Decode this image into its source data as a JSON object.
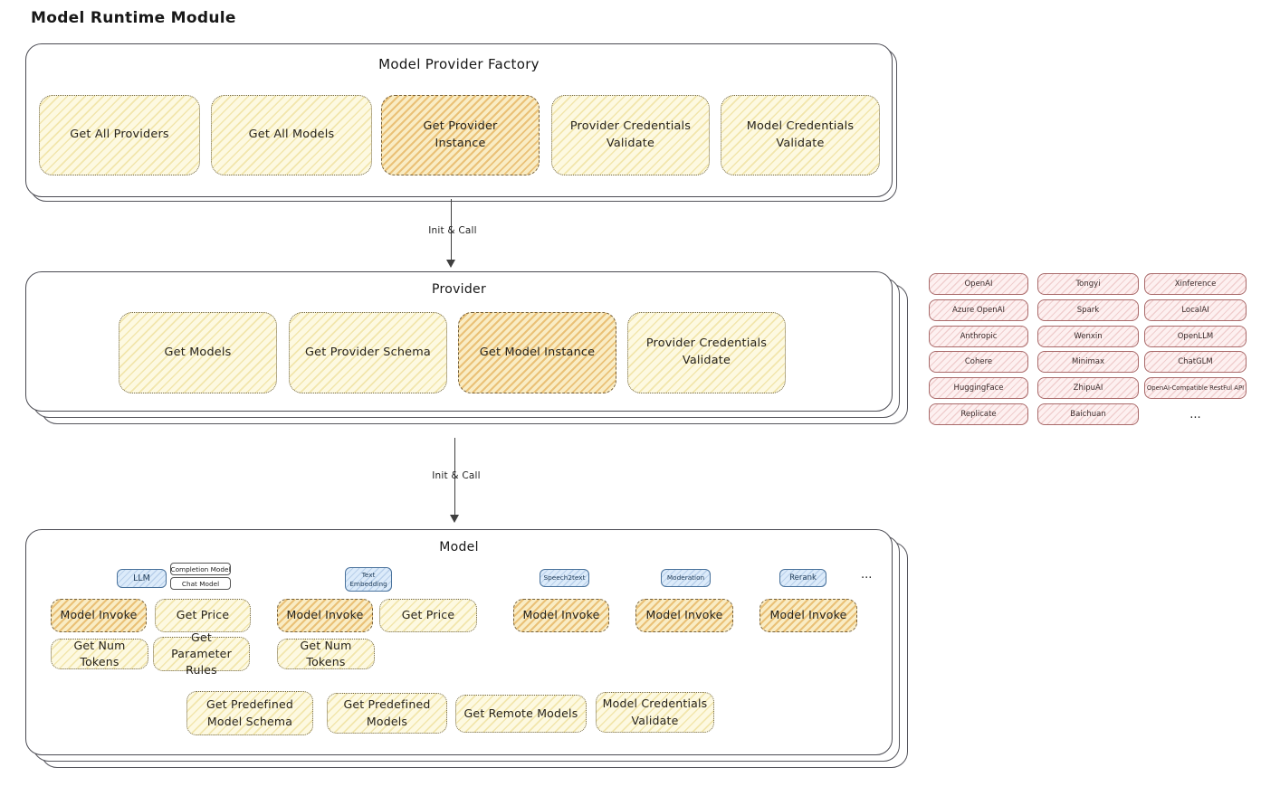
{
  "page_title": "Model Runtime Module",
  "arrows": {
    "arrow1": "Init & Call",
    "arrow2": "Init & Call"
  },
  "factory": {
    "title": "Model Provider Factory",
    "items": [
      "Get All Providers",
      "Get All Models",
      "Get Provider Instance",
      "Provider Credentials Validate",
      "Model Credentials Validate"
    ]
  },
  "provider": {
    "title": "Provider",
    "items": [
      "Get Models",
      "Get Provider Schema",
      "Get Model Instance",
      "Provider Credentials Validate"
    ]
  },
  "vendors": {
    "col1": [
      "OpenAI",
      "Azure OpenAI",
      "Anthropic",
      "Cohere",
      "HuggingFace",
      "Replicate"
    ],
    "col2": [
      "Tongyi",
      "Spark",
      "Wenxin",
      "Minimax",
      "ZhipuAI",
      "Baichuan"
    ],
    "col3": [
      "Xinference",
      "LocalAI",
      "OpenLLM",
      "ChatGLM",
      "OpenAI-Compatible RestFul API",
      "..."
    ]
  },
  "model": {
    "title": "Model",
    "types": {
      "llm": "LLM",
      "completion": "Completion Model",
      "chat": "Chat Model",
      "text_embedding": "Text Embedding",
      "speech2text": "Speech2text",
      "moderation": "Moderation",
      "rerank": "Rerank",
      "more": "..."
    },
    "row1": [
      "Model Invoke",
      "Get Price",
      "Model Invoke",
      "Get Price",
      "Model Invoke",
      "Model Invoke",
      "Model Invoke"
    ],
    "row2": [
      "Get Num Tokens",
      "Get Parameter Rules",
      "Get Num Tokens"
    ],
    "row3": [
      "Get Predefined Model Schema",
      "Get Predefined Models",
      "Get Remote Models",
      "Model Credentials Validate"
    ]
  },
  "colors": {
    "yellow_fill": "#fdf9e1",
    "orange_fill": "#f9ecc4",
    "pink_fill": "#fdf0f0",
    "blue_fill": "#dcebfa",
    "ink": "#1f1f1f"
  }
}
